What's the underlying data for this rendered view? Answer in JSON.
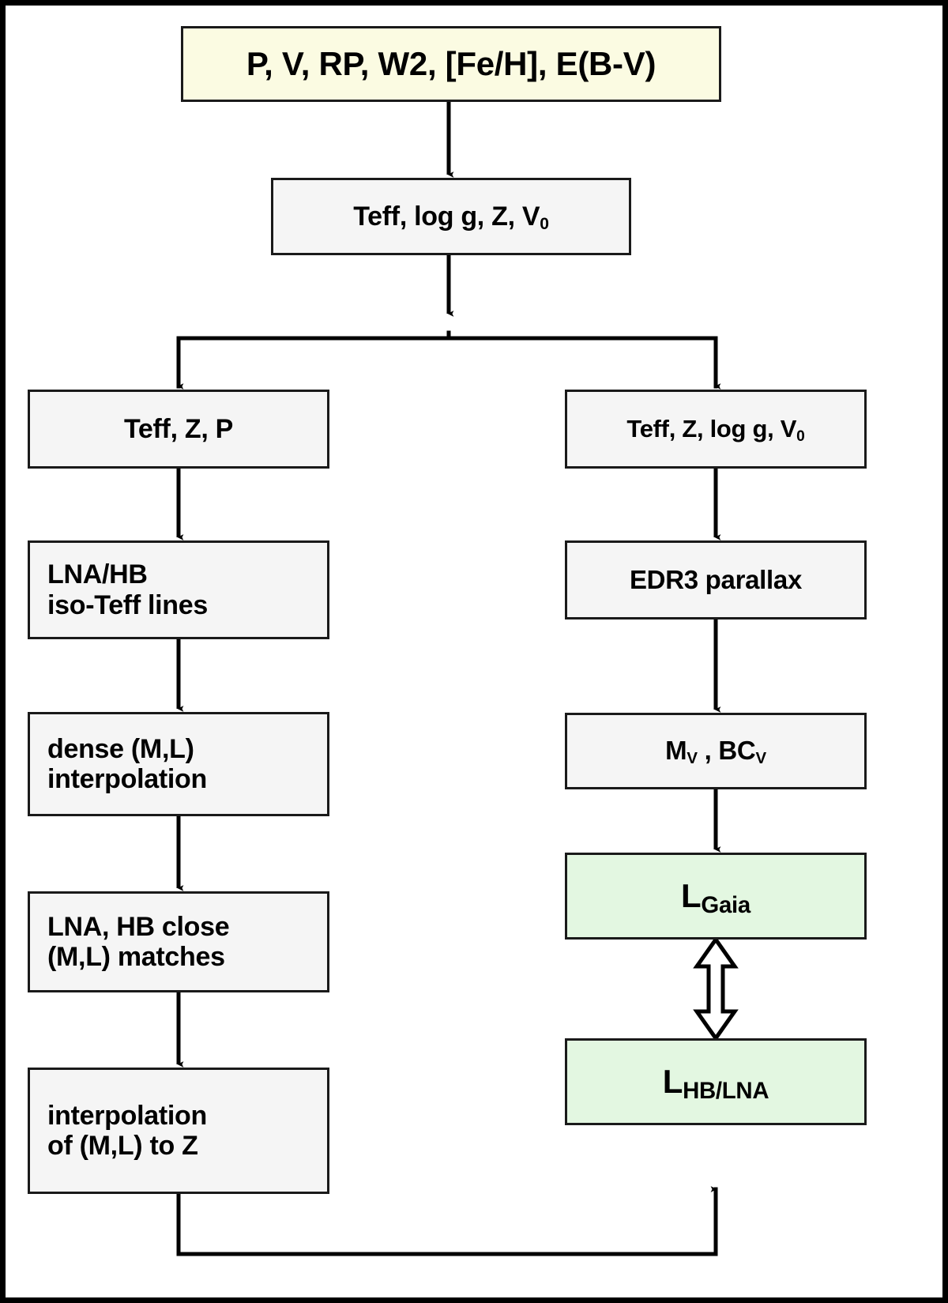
{
  "diagram": {
    "title": "Cepheid luminosity determination flowchart",
    "colors": {
      "input_box": "#fbfbe2",
      "process_box": "#f5f5f5",
      "result_box": "#e3f7e1",
      "border": "#1a1a1a",
      "arrow": "#000000",
      "page_border": "#000000"
    },
    "nodes": [
      {
        "id": "inputs",
        "label": "P, V, RP, W2, [Fe/H], E(B-V)",
        "kind": "input"
      },
      {
        "id": "derived",
        "label": "Teff, log g, Z, V",
        "sub": "0",
        "kind": "process"
      },
      {
        "id": "left-params",
        "label": "Teff, Z, P",
        "kind": "process"
      },
      {
        "id": "iso-lines",
        "line1": "LNA/HB",
        "line2": "iso-Teff lines",
        "kind": "process"
      },
      {
        "id": "dense-interp",
        "line1": "dense (M,L)",
        "line2": "interpolation",
        "kind": "process"
      },
      {
        "id": "close-matches",
        "line1": "LNA, HB close",
        "line2": "(M,L) matches",
        "kind": "process"
      },
      {
        "id": "interp-z",
        "line1": "interpolation",
        "line2": "of (M,L) to Z",
        "kind": "process"
      },
      {
        "id": "right-params",
        "label": "Teff, Z, log g, V",
        "sub": "0",
        "kind": "process"
      },
      {
        "id": "parallax",
        "label": "EDR3 parallax",
        "kind": "process"
      },
      {
        "id": "magnitudes",
        "label_a": "M",
        "sub_a": "V",
        "sep": " , ",
        "label_b": "BC",
        "sub_b": "V",
        "kind": "process"
      },
      {
        "id": "l-gaia",
        "label": "L",
        "sub": "Gaia",
        "kind": "result"
      },
      {
        "id": "l-hb-lna",
        "label": "L",
        "sub": "HB/LNA",
        "kind": "result"
      }
    ],
    "edges": [
      {
        "from": "inputs",
        "to": "derived",
        "type": "arrow-down"
      },
      {
        "from": "derived",
        "to": "split",
        "type": "arrow-down"
      },
      {
        "from": "split",
        "to": "left-params",
        "type": "elbow-arrow"
      },
      {
        "from": "split",
        "to": "right-params",
        "type": "elbow-arrow"
      },
      {
        "from": "left-params",
        "to": "iso-lines",
        "type": "arrow-down"
      },
      {
        "from": "iso-lines",
        "to": "dense-interp",
        "type": "arrow-down"
      },
      {
        "from": "dense-interp",
        "to": "close-matches",
        "type": "arrow-down"
      },
      {
        "from": "close-matches",
        "to": "interp-z",
        "type": "arrow-down"
      },
      {
        "from": "right-params",
        "to": "parallax",
        "type": "arrow-down"
      },
      {
        "from": "parallax",
        "to": "magnitudes",
        "type": "arrow-down"
      },
      {
        "from": "magnitudes",
        "to": "l-gaia",
        "type": "arrow-down"
      },
      {
        "from": "l-gaia",
        "to": "l-hb-lna",
        "type": "double-headed-hollow-arrow"
      },
      {
        "from": "interp-z",
        "to": "l-hb-lna",
        "type": "feedback-elbow-arrow"
      }
    ]
  }
}
